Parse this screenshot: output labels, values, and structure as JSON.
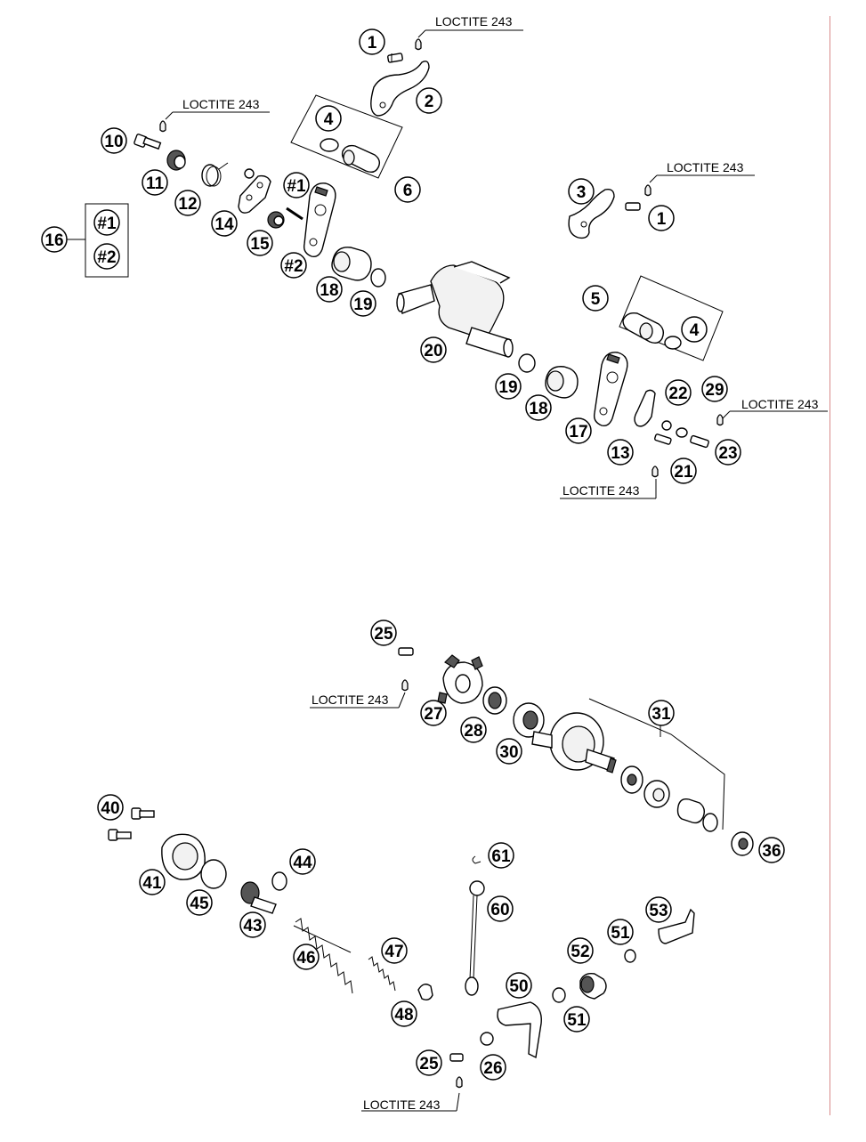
{
  "adhesive_label": "LOCTITE 243",
  "callouts": {
    "c1a": "1",
    "c1b": "1",
    "c2": "2",
    "c3": "3",
    "c4a": "4",
    "c4b": "4",
    "c5": "5",
    "c6": "6",
    "c10": "10",
    "c11": "11",
    "c12": "12",
    "c13": "13",
    "c14": "14",
    "c15": "15",
    "c16": "16",
    "c16_sub1": "#1",
    "c16_sub2": "#2",
    "c17": "17",
    "c18a": "18",
    "c18b": "18",
    "c19a": "19",
    "c19b": "19",
    "c20": "20",
    "c21": "21",
    "c22": "22",
    "c23": "23",
    "c25a": "25",
    "c25b": "25",
    "c26": "26",
    "c27": "27",
    "c28": "28",
    "c29": "29",
    "c30": "30",
    "c31": "31",
    "c36": "36",
    "c40": "40",
    "c41": "41",
    "c43": "43",
    "c44": "44",
    "c45": "45",
    "c46": "46",
    "c47": "47",
    "c48": "48",
    "c50": "50",
    "c51a": "51",
    "c51b": "51",
    "c52": "52",
    "c53": "53",
    "c60": "60",
    "c61": "61",
    "tag1": "#1",
    "tag2": "#2"
  }
}
